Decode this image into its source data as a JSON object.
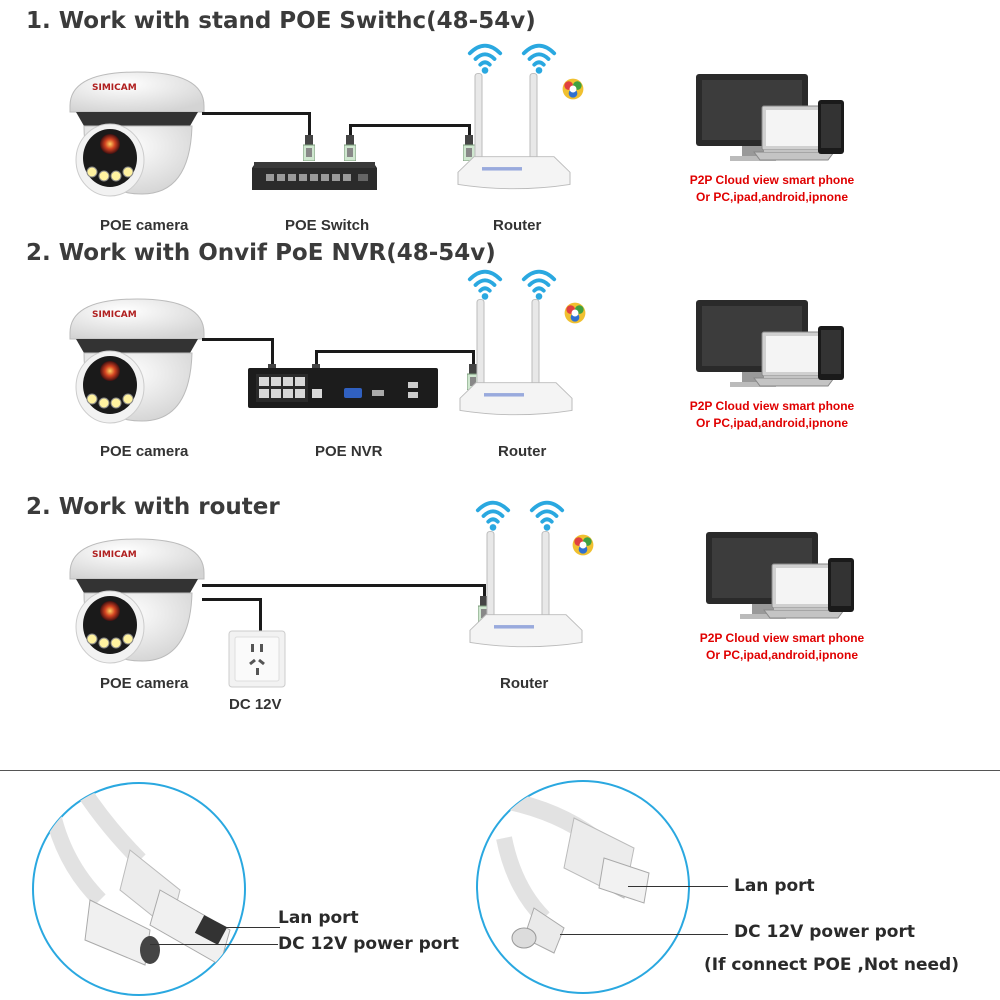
{
  "sections": [
    {
      "heading": "1. Work with stand POE Swithc(48-54v)",
      "labels": {
        "camera": "POE camera",
        "middle": "POE Switch",
        "router": "Router"
      },
      "client_text": [
        "P2P Cloud view smart phone",
        "Or PC,ipad,android,ipnone"
      ]
    },
    {
      "heading": "2. Work with Onvif PoE NVR(48-54v)",
      "labels": {
        "camera": "POE camera",
        "middle": "POE NVR",
        "router": "Router"
      },
      "client_text": [
        "P2P Cloud view smart phone",
        "Or PC,ipad,android,ipnone"
      ]
    },
    {
      "heading": "2. Work with router",
      "labels": {
        "camera": "POE camera",
        "middle": "DC 12V",
        "router": "Router"
      },
      "client_text": [
        "P2P Cloud view smart phone",
        "Or PC,ipad,android,ipnone"
      ]
    }
  ],
  "camera_logo": "SIMICAM",
  "cable_left": {
    "lan": "Lan port",
    "dc": "DC 12V power port"
  },
  "cable_right": {
    "lan": "Lan port",
    "dc": "DC 12V power port",
    "note": "(If connect POE ,Not need)"
  },
  "icons": [
    "dome-camera-icon",
    "poe-switch-icon",
    "nvr-icon",
    "wifi-router-icon",
    "wifi-signal-icon",
    "cloud-app-icon",
    "monitor-icon",
    "laptop-icon",
    "tablet-icon",
    "wall-outlet-icon",
    "rj45-plug-icon",
    "cable-connector-icon"
  ]
}
